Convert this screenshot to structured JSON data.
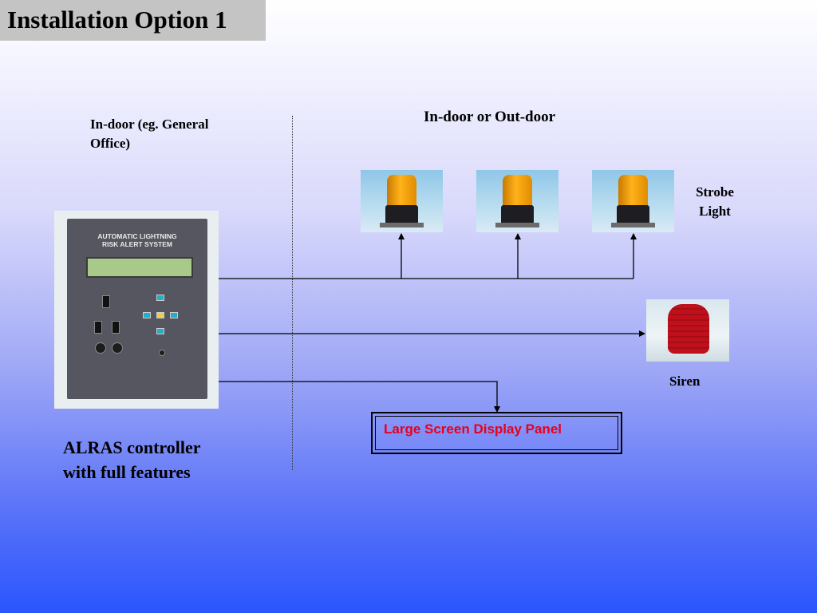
{
  "slide": {
    "title": "Installation Option 1"
  },
  "zones": {
    "indoor_label_line1": "In-door (eg. General",
    "indoor_label_line2": "Office)",
    "indoor_outdoor_label": "In-door or Out-door"
  },
  "devices": {
    "strobe_label_line1": "Strobe",
    "strobe_label_line2": "Light",
    "siren_label": "Siren",
    "display_panel_label": "Large Screen Display Panel",
    "strobe_count": 3
  },
  "controller": {
    "caption_line1": "ALRAS controller",
    "caption_line2": "with full features",
    "panel_title_line1": "AUTOMATIC LIGHTNING",
    "panel_title_line2": "RISK ALERT SYSTEM"
  },
  "colors": {
    "panel_text": "#e8001c",
    "title_bar": "#c4c4c4",
    "strobe_amber": "#ffb21a",
    "siren_red": "#c0101c"
  }
}
